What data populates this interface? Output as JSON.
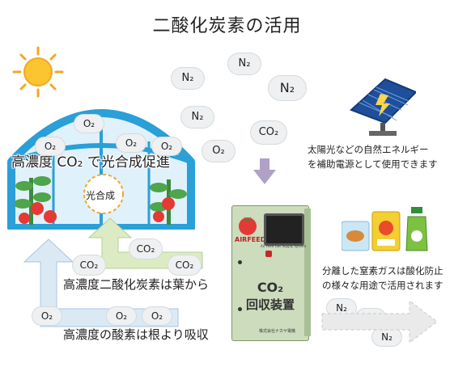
{
  "title": "二酸化炭素の活用",
  "labels": {
    "greenhouse_co2": "高濃度 CO₂ で光合成促進",
    "photosynthesis": "光合成",
    "leaf_co2": "高濃度二酸化炭素は葉から",
    "root_o2": "高濃度の酸素は根より吸収",
    "solar_line1": "太陽光などの自然エネルギー",
    "solar_line2": "を補助電源として使用できます",
    "n2_line1": "分離した窒素ガスは酸化防止",
    "n2_line2": "の様々な用途で活用されます",
    "machine_line1": "CO₂",
    "machine_line2": "回収装置",
    "brand": "AIRFEED",
    "brand_sub": "Air Feed Gas Supply System",
    "maker": "株式会社ナカヤ電機"
  },
  "clouds": {
    "n2": "N₂",
    "co2": "CO₂",
    "o2": "O₂"
  },
  "colors": {
    "sky": "#dff1fb",
    "frame": "#2a9fd8",
    "sun": "#f5a623",
    "arrow_green": "#dcebc4",
    "arrow_blue": "#dbe9f5",
    "machine": "#ccdcbd",
    "down_arrow": "#b0a1c6"
  }
}
